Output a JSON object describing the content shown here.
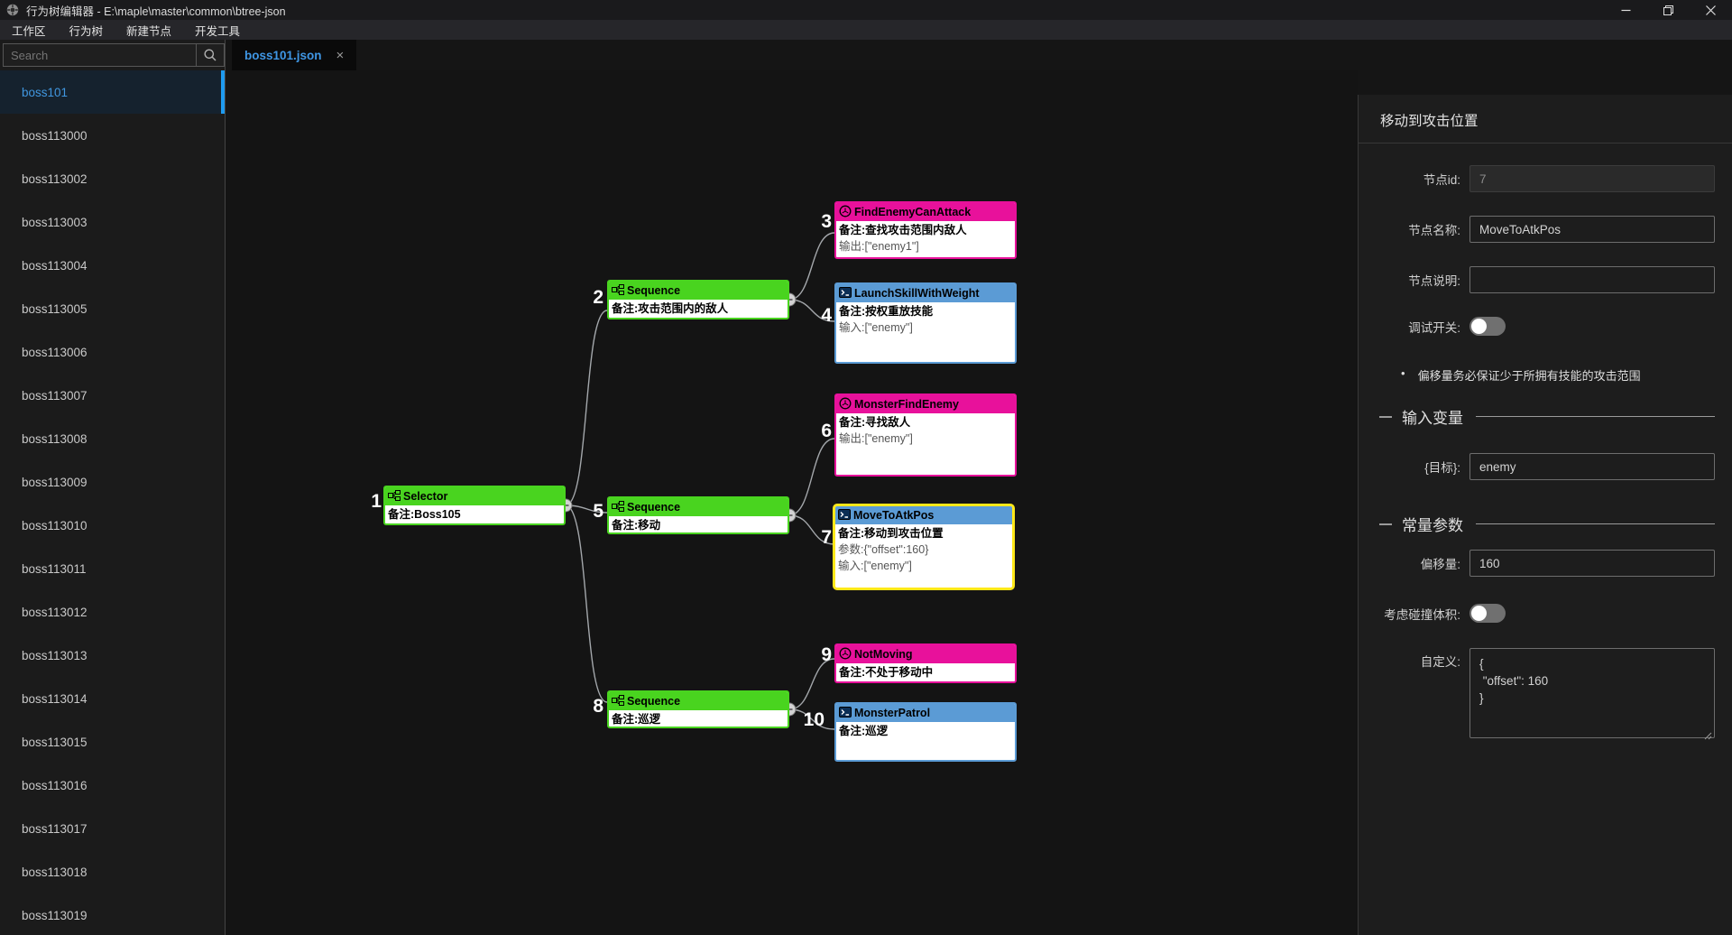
{
  "window": {
    "title": "行为树编辑器 - E:\\maple\\master\\common\\btree-json"
  },
  "menu": {
    "items": [
      "工作区",
      "行为树",
      "新建节点",
      "开发工具"
    ]
  },
  "sidebar": {
    "search_placeholder": "Search",
    "selected": "boss101",
    "items": [
      "boss101",
      "boss113000",
      "boss113002",
      "boss113003",
      "boss113004",
      "boss113005",
      "boss113006",
      "boss113007",
      "boss113008",
      "boss113009",
      "boss113010",
      "boss113011",
      "boss113012",
      "boss113013",
      "boss113014",
      "boss113015",
      "boss113016",
      "boss113017",
      "boss113018",
      "boss113019"
    ]
  },
  "tab": {
    "label": "boss101.json",
    "close": "×"
  },
  "canvas": {
    "nodes": [
      {
        "num": "1",
        "name": "Selector",
        "type": "composite",
        "lines": [
          "备注:Boss105"
        ]
      },
      {
        "num": "2",
        "name": "Sequence",
        "type": "composite",
        "lines": [
          "备注:攻击范围内的敌人"
        ]
      },
      {
        "num": "3",
        "name": "FindEnemyCanAttack",
        "type": "condition",
        "lines": [
          "备注:查找攻击范围内敌人",
          "输出:[\"enemy1\"]"
        ]
      },
      {
        "num": "4",
        "name": "LaunchSkillWithWeight",
        "type": "action",
        "lines": [
          "备注:按权重放技能",
          "输入:[\"enemy\"]"
        ]
      },
      {
        "num": "5",
        "name": "Sequence",
        "type": "composite",
        "lines": [
          "备注:移动"
        ]
      },
      {
        "num": "6",
        "name": "MonsterFindEnemy",
        "type": "condition",
        "lines": [
          "备注:寻找敌人",
          "输出:[\"enemy\"]"
        ]
      },
      {
        "num": "7",
        "name": "MoveToAtkPos",
        "type": "action",
        "selected": true,
        "lines": [
          "备注:移动到攻击位置",
          "参数:{\"offset\":160}",
          "输入:[\"enemy\"]"
        ]
      },
      {
        "num": "8",
        "name": "Sequence",
        "type": "composite",
        "lines": [
          "备注:巡逻"
        ]
      },
      {
        "num": "9",
        "name": "NotMoving",
        "type": "condition",
        "lines": [
          "备注:不处于移动中"
        ]
      },
      {
        "num": "10",
        "name": "MonsterPatrol",
        "type": "action",
        "lines": [
          "备注:巡逻"
        ]
      }
    ]
  },
  "inspector": {
    "title": "移动到攻击位置",
    "node_id": {
      "label": "节点id:",
      "value": "7"
    },
    "node_name": {
      "label": "节点名称:",
      "value": "MoveToAtkPos"
    },
    "node_desc": {
      "label": "节点说明:",
      "value": ""
    },
    "debug_switch": {
      "label": "调试开关:",
      "state": "off"
    },
    "note_bullet": "•",
    "note": "偏移量务必保证少于所拥有技能的攻击范围",
    "section_input": {
      "title": "输入变量"
    },
    "target": {
      "label": "{目标}:",
      "value": "enemy"
    },
    "section_const": {
      "title": "常量参数"
    },
    "offset": {
      "label": "偏移量:",
      "value": "160"
    },
    "collision_switch": {
      "label": "考虑碰撞体积:",
      "state": "off"
    },
    "custom": {
      "label": "自定义:",
      "value": "{\n \"offset\": 160\n}"
    }
  },
  "colors": {
    "composite": "#49d41f",
    "condition": "#e8119b",
    "action": "#5b9bd5",
    "selection": "#ffe819",
    "tab_text": "#3f96e4",
    "sidebar_selected_text": "#4097e0"
  }
}
